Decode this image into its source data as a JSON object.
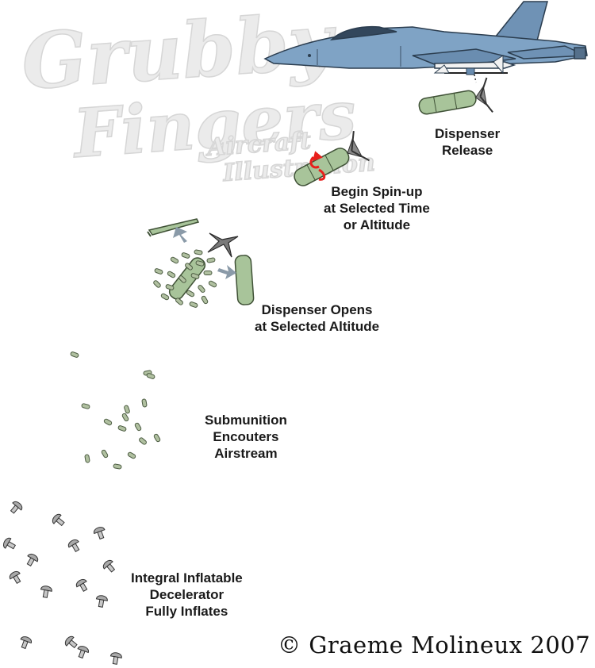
{
  "watermark": {
    "line1": "Grubby",
    "line2": "Fingers",
    "line3": "Aircraft",
    "line4": "Illustration"
  },
  "steps": [
    {
      "lines": [
        "Dispenser",
        "Release"
      ]
    },
    {
      "lines": [
        "Begin Spin-up",
        "at Selected Time",
        "or Altitude"
      ]
    },
    {
      "lines": [
        "Dispenser Opens",
        "at Selected Altitude"
      ]
    },
    {
      "lines": [
        "Submunition",
        "Encouters",
        "Airstream"
      ]
    },
    {
      "lines": [
        "Integral Inflatable",
        "Decelerator",
        "Fully Inflates"
      ]
    }
  ],
  "copyright": "© Graeme Molineux 2007",
  "colors": {
    "aircraft": "#7a9fc0",
    "aircraft_dark": "#4d6f90",
    "dispenser": "#a8c49a",
    "dispenser_dark": "#5f7a55",
    "submunition": "#b0c0a0",
    "chute": "#a9a9a9",
    "spin_arrow": "#e8201c",
    "motion_arrow": "#8a9aa8",
    "watermark": "#e6e6e6"
  }
}
